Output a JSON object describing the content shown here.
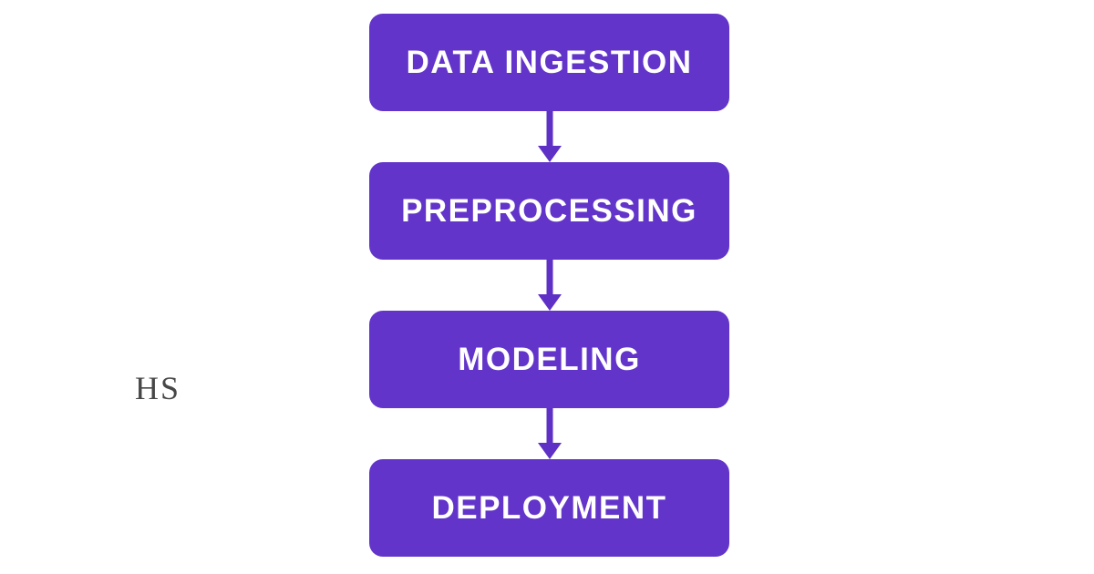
{
  "page": {
    "background_color": "#ffffff"
  },
  "watermark": {
    "text": "HS",
    "color": "#474747"
  },
  "flowchart": {
    "type": "vertical-flow",
    "box_color": "#6234c9",
    "arrow_color": "#5e30c5",
    "text_color": "#ffffff",
    "steps": [
      {
        "label": "DATA INGESTION"
      },
      {
        "label": "PREPROCESSING"
      },
      {
        "label": "MODELING"
      },
      {
        "label": "DEPLOYMENT"
      }
    ]
  }
}
